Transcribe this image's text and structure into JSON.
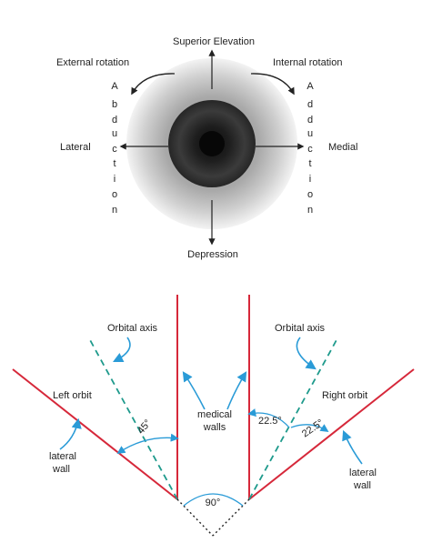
{
  "eye": {
    "top_label": "Superior Elevation",
    "bottom_label": "Depression",
    "left_label": "Lateral",
    "right_label": "Medial",
    "top_left_label": "External rotation",
    "top_right_label": "Internal rotation",
    "left_vertical_letters": [
      "A",
      "b",
      "d",
      "u",
      "c",
      "t",
      "i",
      "o",
      "n"
    ],
    "right_vertical_letters": [
      "A",
      "d",
      "d",
      "u",
      "c",
      "t",
      "i",
      "o",
      "n"
    ]
  },
  "orbits": {
    "orbital_axis_left": "Orbital axis",
    "orbital_axis_right": "Orbital axis",
    "left_orbit": "Left orbit",
    "right_orbit": "Right orbit",
    "medial_walls_line1": "medical",
    "medial_walls_line2": "walls",
    "lateral_wall_left_line1": "lateral",
    "lateral_wall_left_line2": "wall",
    "lateral_wall_right_line1": "lateral",
    "lateral_wall_right_line2": "wall",
    "angle_45": "45°",
    "angle_22_5_a": "22.5°",
    "angle_22_5_b": "22.5°",
    "angle_90": "90°"
  },
  "colors": {
    "wall_line": "#d6283a",
    "axis_dashed": "#1e9a8c",
    "arrow_blue": "#2a9bd7",
    "iris": "#2b2b2b",
    "text": "#222222"
  }
}
